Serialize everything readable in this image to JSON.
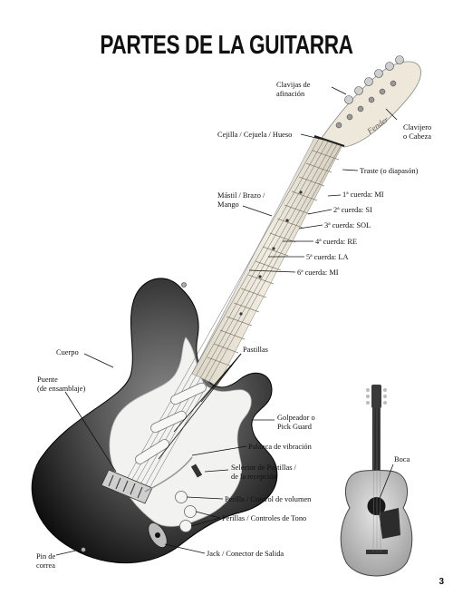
{
  "title": "PARTES DE LA GUITARRA",
  "page_number": "3",
  "labels": {
    "clavijas": "Clavijas de\nafinación",
    "clavijero": "Clavijero\no Cabeza",
    "cejilla": "Cejilla / Cejuela / Hueso",
    "traste": "Traste (o diapasón)",
    "mastil": "Mástil / Brazo /\nMango",
    "cuerda1": "1ª cuerda: MI",
    "cuerda2": "2ª cuerda: SI",
    "cuerda3": "3ª cuerda: SOL",
    "cuerda4": "4ª cuerda: RE",
    "cuerda5": "5ª cuerda: LA",
    "cuerda6": "6ª cuerda: MI",
    "cuerpo": "Cuerpo",
    "pastillas": "Pastillas",
    "puente": "Puente\n(de ensamblaje)",
    "golpeador": "Golpeador o\nPick Guard",
    "palanca": "Palanca de vibración",
    "selector": "Selector de Pastillas /\nde la recepción",
    "perilla_vol": "Perilla / Control de volumen",
    "perillas_tono": "Perillas / Controles de Tono",
    "jack": "Jack / Conector de Salida",
    "pin": "Pin de\ncorrea",
    "boca": "Boca"
  },
  "colors": {
    "body_dark": "#1a1a1a",
    "body_mid": "#6e6e6e",
    "maple": "#e9e4d6",
    "pickguard": "#f2f2f0"
  }
}
